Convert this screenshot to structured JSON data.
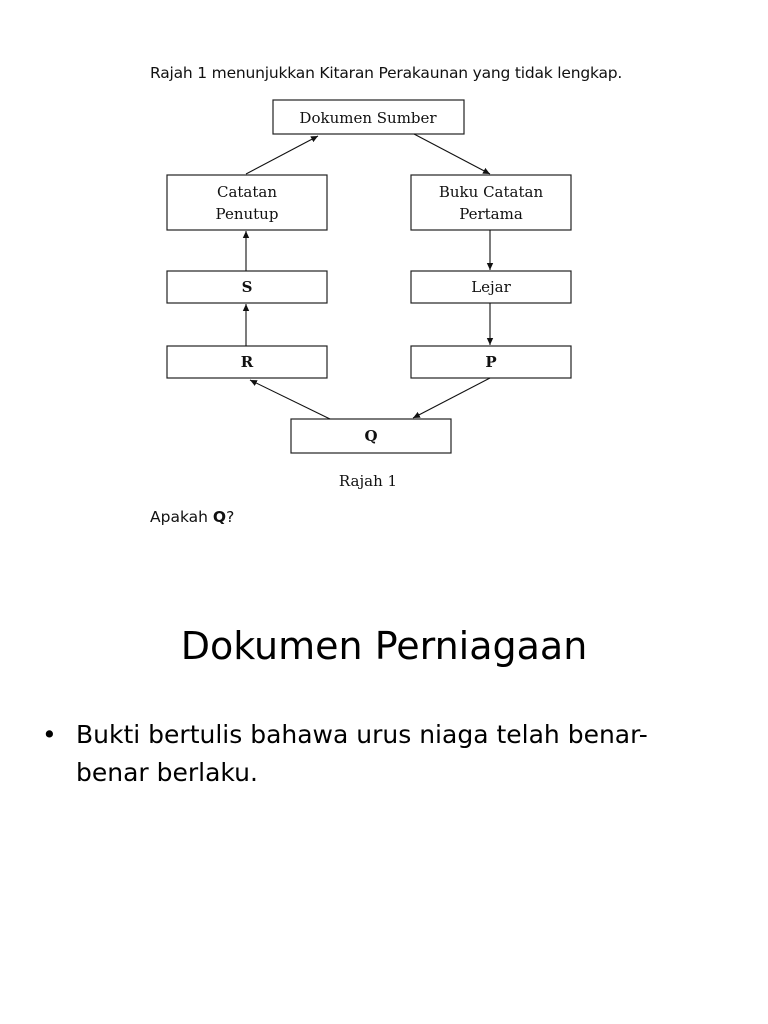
{
  "question_block": {
    "intro": "Rajah 1 menunjukkan Kitaran Perakaunan yang tidak lengkap.",
    "question_prefix": "Apakah ",
    "question_bold": "Q",
    "question_suffix": "?"
  },
  "diagram": {
    "nodes": {
      "dokumen_sumber": "Dokumen Sumber",
      "catatan_penutup_line1": "Catatan",
      "catatan_penutup_line2": "Penutup",
      "buku_catatan_line1": "Buku Catatan",
      "buku_catatan_line2": "Pertama",
      "s": "S",
      "lejar": "Lejar",
      "r": "R",
      "p": "P",
      "q": "Q"
    },
    "caption": "Rajah 1"
  },
  "slide": {
    "title": "Dokumen Perniagaan",
    "bullet_symbol": "•",
    "bullets": [
      "Bukti bertulis bahawa urus niaga telah benar-benar berlaku."
    ]
  }
}
